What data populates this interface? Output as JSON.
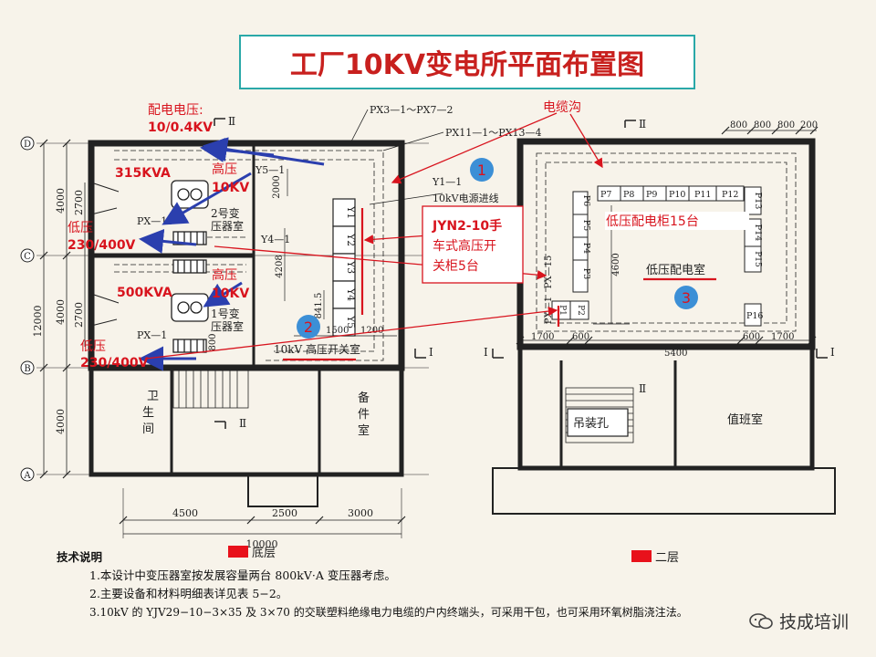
{
  "title": "工厂10KV变电所平面布置图",
  "ground": {
    "grid_rows": [
      "D",
      "C",
      "B",
      "A"
    ],
    "left_dims": {
      "outer": "12000",
      "inner": [
        "4000",
        "4000",
        "4000"
      ],
      "sub": [
        "2700",
        "2700"
      ]
    },
    "bottom_dims": [
      "4500",
      "2500",
      "3000"
    ],
    "bottom_total": "10000",
    "y_labels": [
      "Y1",
      "Y2",
      "Y3",
      "Y4",
      "Y5"
    ],
    "cable_ref_1": "PX3—1～PX7—2",
    "cable_ref_2": "PX11—1～PX13—4",
    "y1_ref": "Y1—1",
    "incoming": "10kV电源进线",
    "y5_1": "Y5—1",
    "y4_1": "Y4—1",
    "px15": "PX—15",
    "px1": "PX—1",
    "room_t2": "2号变\n压器室",
    "room_t1": "1号变\n压器室",
    "room_hv": "10kV 高压开关室",
    "room_wc": "卫\n生\n间",
    "room_spare": "备\n件\n室",
    "dim_2000": "2000",
    "dim_4208": "4208",
    "dim_841": "841.5",
    "dim_1500": "1500",
    "dim_1200": "1200",
    "dim_800": "800",
    "section_mark": "Ⅱ",
    "section_mark_i": "Ⅰ",
    "legend": "底层"
  },
  "upper": {
    "top_dims": [
      "800",
      "800",
      "800",
      "200"
    ],
    "bottom_dims": [
      "1700",
      "600",
      "5400",
      "600",
      "1700"
    ],
    "dim_4600": "4600",
    "panels_top": [
      "P7",
      "P8",
      "P9",
      "P10",
      "P11",
      "P12"
    ],
    "panels_left": [
      "P1",
      "P2",
      "P3",
      "P4",
      "P5",
      "P6"
    ],
    "panels_right": [
      "P13",
      "P14",
      "P15"
    ],
    "panel_16": "P16",
    "px15": "PX—15",
    "px1": "PX—1",
    "room_lv": "低压配电室",
    "room_hoist": "吊装孔",
    "room_duty": "值班室",
    "legend": "二层"
  },
  "annotations": {
    "dist_voltage_1": "配电电压:",
    "dist_voltage_2": "10/0.4KV",
    "cable_trench": "电缆沟",
    "kva315": "315KVA",
    "kva500": "500KVA",
    "hv_1": "高压",
    "hv_2": "10KV",
    "lv_1": "低压",
    "lv_2": "230/400V",
    "jyn_1": "JYN2-10手",
    "jyn_2": "车式高压开",
    "jyn_3": "关柜5台",
    "lv_cabinets": "低压配电柜15台",
    "n1": "1",
    "n2": "2",
    "n3": "3"
  },
  "notes": {
    "heading": "技术说明",
    "items": [
      "1.本设计中变压器室按发展容量两台 800kV·A 变压器考虑。",
      "2.主要设备和材料明细表详见表 5−2。",
      "3.10kV 的 YJV29−10−3×35 及 3×70 的交联塑料绝缘电力电缆的户内终端头，可采用干包，也可采用环氧树脂浇注法。"
    ]
  },
  "brand": "技成培训",
  "colors": {
    "accent": "#d8141e",
    "arrow_blue": "#2b3fae",
    "title_border": "#2aa8a8"
  }
}
